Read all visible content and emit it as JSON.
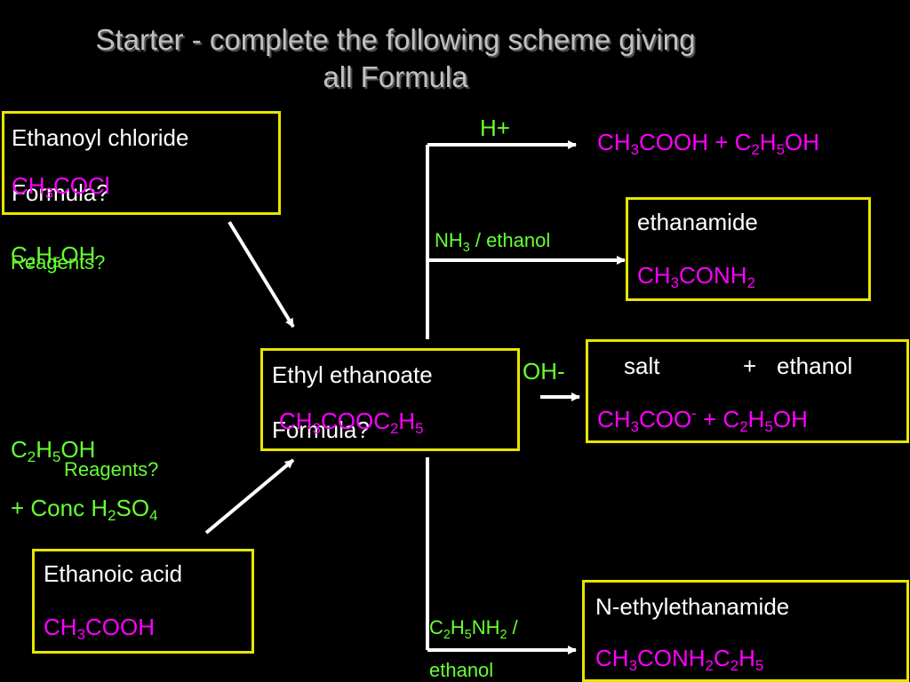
{
  "title": {
    "line1": "Starter - complete the following scheme giving",
    "line2": "all Formula"
  },
  "boxes": {
    "ethanoyl": {
      "name": "Ethanoyl chloride",
      "prompt": "Formula?",
      "formula": [
        "CH",
        "3",
        "COCl"
      ]
    },
    "ester": {
      "name": "Ethyl ethanoate",
      "prompt": "Formula?",
      "formula": [
        "CH",
        "3",
        "COOC",
        "2",
        "H",
        "5"
      ]
    },
    "acid": {
      "name": "Ethanoic acid",
      "formula": [
        "CH",
        "3",
        "COOH"
      ]
    },
    "amide": {
      "name": "ethanamide",
      "formula": [
        "CH",
        "3",
        "CONH",
        "2"
      ]
    },
    "salt": {
      "label1": "salt",
      "plus": "+",
      "label2": "ethanol",
      "formula": [
        "CH",
        "3",
        "COO",
        "-",
        " + C",
        "2",
        "H",
        "5",
        "OH"
      ]
    },
    "nethyl": {
      "name": "N-ethylethanamide",
      "formula": [
        "CH",
        "3",
        "CONH",
        "2",
        "C",
        "2",
        "H",
        "5"
      ]
    }
  },
  "top_product": [
    "CH",
    "3",
    "COOH + C",
    "2",
    "H",
    "5",
    "OH"
  ],
  "reagents": {
    "upper": {
      "prompt": "Reagents?",
      "formula": [
        "C",
        "2",
        "H",
        "5",
        "OH"
      ]
    },
    "lower": {
      "prompt": "Reagents?",
      "formula1": [
        "C",
        "2",
        "H",
        "5",
        "OH"
      ],
      "formula2": [
        "+ Conc H",
        "2",
        "SO",
        "4"
      ]
    },
    "hplus": "H+",
    "nh3": [
      "NH",
      "3",
      " / ethanol"
    ],
    "ohminus": "OH-",
    "ethylamine": [
      "C",
      "2",
      "H",
      "5",
      "NH",
      "2",
      " /"
    ],
    "ethylamine2": "ethanol"
  },
  "colors": {
    "background": "#000000",
    "box_border": "#e6e600",
    "formula": "#ff00ff",
    "reagent": "#66ff33",
    "text": "#ffffff"
  }
}
